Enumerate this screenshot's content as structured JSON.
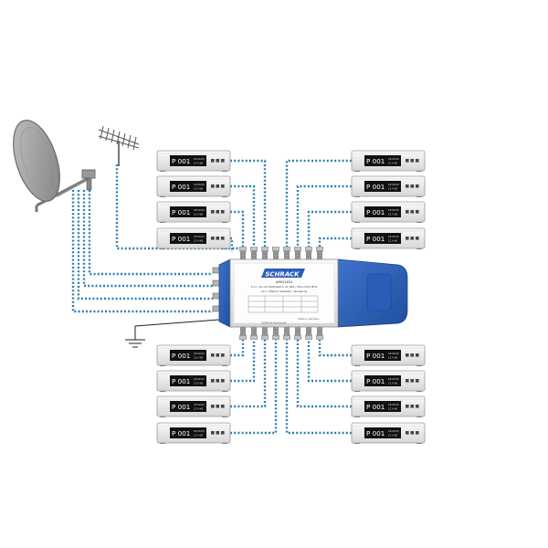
{
  "colors": {
    "cable": "#2c7fb0",
    "switch_blue": "#2b5db8",
    "switch_dark": "#1f4f9c",
    "receiver_body": "#eeeeee",
    "receiver_display": "#111111"
  },
  "icons": {
    "dish": "satellite-dish-icon",
    "antenna": "terrestrial-antenna-icon",
    "ground": "ground-symbol-icon",
    "receiver": "set-top-box-icon"
  },
  "multiswitch": {
    "brand": "SCHRACK",
    "model_line": "AMS51624",
    "spec_line_1": "5 in / 16 out Multiswitch 47-862 / 950-2150 MHz",
    "spec_line_2": "12V / 600mA  Satellite / Terrestrial",
    "footer_line": "SCHRACK Multiswitch",
    "made_in": "Made in Germany"
  },
  "receivers": {
    "top_left": [
      {
        "channel": "P 001",
        "info_1": "18:00:00",
        "info_2": "12.4 dB"
      },
      {
        "channel": "P 001",
        "info_1": "18:00:00",
        "info_2": "12.4 dB"
      },
      {
        "channel": "P 001",
        "info_1": "18:00:00",
        "info_2": "12.4 dB"
      },
      {
        "channel": "P 001",
        "info_1": "18:00:00",
        "info_2": "12.4 dB"
      }
    ],
    "top_right": [
      {
        "channel": "P 001",
        "info_1": "18:00:00",
        "info_2": "12.4 dB"
      },
      {
        "channel": "P 001",
        "info_1": "18:00:00",
        "info_2": "12.4 dB"
      },
      {
        "channel": "P 001",
        "info_1": "18:00:00",
        "info_2": "12.4 dB"
      },
      {
        "channel": "P 001",
        "info_1": "18:00:00",
        "info_2": "12.4 dB"
      }
    ],
    "bottom_left": [
      {
        "channel": "P 001",
        "info_1": "18:00:00",
        "info_2": "12.4 dB"
      },
      {
        "channel": "P 001",
        "info_1": "18:00:00",
        "info_2": "12.4 dB"
      },
      {
        "channel": "P 001",
        "info_1": "18:00:00",
        "info_2": "12.4 dB"
      },
      {
        "channel": "P 001",
        "info_1": "18:00:00",
        "info_2": "12.4 dB"
      }
    ],
    "bottom_right": [
      {
        "channel": "P 001",
        "info_1": "18:00:00",
        "info_2": "12.4 dB"
      },
      {
        "channel": "P 001",
        "info_1": "18:00:00",
        "info_2": "12.4 dB"
      },
      {
        "channel": "P 001",
        "info_1": "18:00:00",
        "info_2": "12.4 dB"
      },
      {
        "channel": "P 001",
        "info_1": "18:00:00",
        "info_2": "12.4 dB"
      }
    ]
  }
}
